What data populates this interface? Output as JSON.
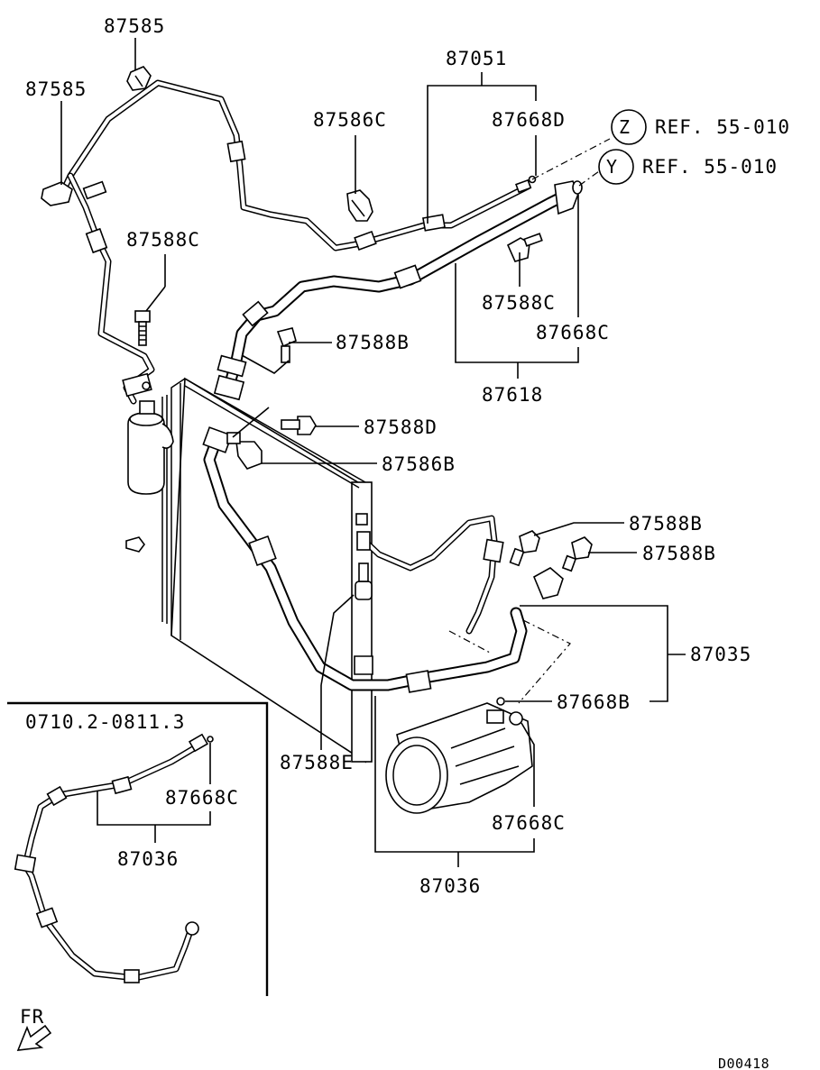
{
  "diagram_id": "D00418",
  "inset_title": "0710.2-0811.3",
  "direction_label": "FR",
  "references": [
    {
      "marker": "Z",
      "text": "REF. 55-010"
    },
    {
      "marker": "Y",
      "text": "REF. 55-010"
    }
  ],
  "callouts": {
    "c87585_top": "87585",
    "c87585_left": "87585",
    "c87051": "87051",
    "c87586c": "87586C",
    "c87668d": "87668D",
    "c87588c_left": "87588C",
    "c87588c_right": "87588C",
    "c87668c_right": "87668C",
    "c87588b_upper": "87588B",
    "c87618": "87618",
    "c87588d": "87588D",
    "c87586b": "87586B",
    "c87588b_mid1": "87588B",
    "c87588b_mid2": "87588B",
    "c87035": "87035",
    "c87668b": "87668B",
    "c87588e": "87588E",
    "c87668c_inset": "87668C",
    "c87036_inset": "87036",
    "c87668c_lower": "87668C",
    "c87036_main": "87036"
  }
}
